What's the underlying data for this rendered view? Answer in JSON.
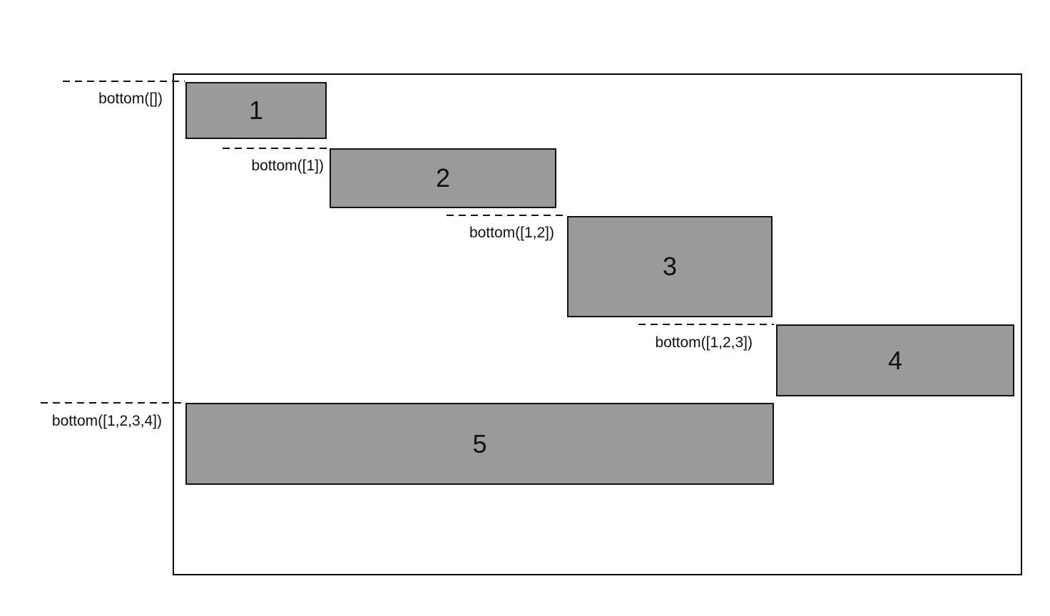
{
  "boxes": [
    {
      "label": "1"
    },
    {
      "label": "2"
    },
    {
      "label": "3"
    },
    {
      "label": "4"
    },
    {
      "label": "5"
    }
  ],
  "guides": [
    {
      "label": "bottom([])"
    },
    {
      "label": "bottom([1])"
    },
    {
      "label": "bottom([1,2])"
    },
    {
      "label": "bottom([1,2,3])"
    },
    {
      "label": "bottom([1,2,3,4])"
    }
  ],
  "colors": {
    "background": "#ffffff",
    "box_fill": "#9a9a9a",
    "box_border": "#111111",
    "guide_line": "#111111",
    "frame_border": "#000000"
  }
}
